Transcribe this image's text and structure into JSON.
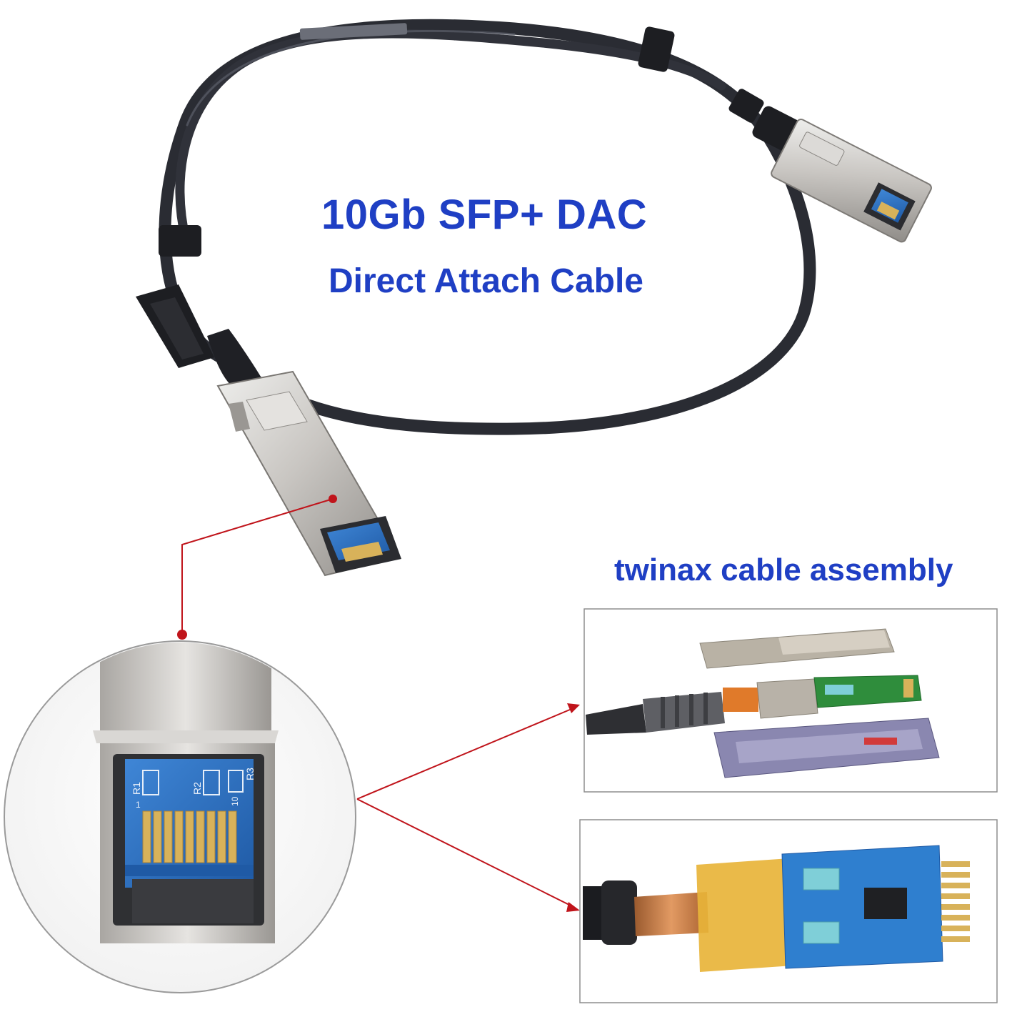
{
  "title": {
    "main": "10Gb SFP+ DAC",
    "sub": "Direct Attach Cable"
  },
  "assembly_caption": "twinax cable assembly",
  "pcb_labels": {
    "r1": "R1",
    "r2": "R2",
    "r3": "R3",
    "pin_one": "1",
    "pin_ten": "10"
  },
  "colors": {
    "title_blue": "#1f3fc4",
    "callout_red": "#c0141b",
    "cable_black": "#2a2c33",
    "shell_silver": "#c9c6c2",
    "pcb_blue": "#2f6fc0",
    "contact_gold": "#d8b25a"
  }
}
